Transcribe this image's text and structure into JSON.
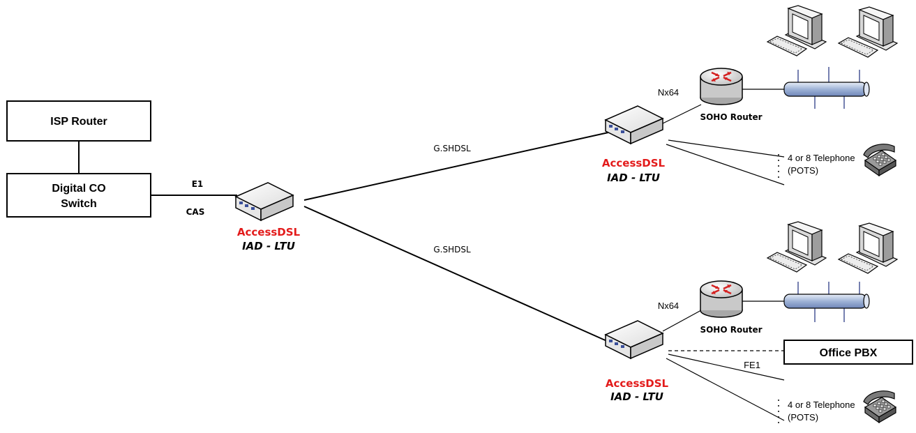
{
  "boxes": {
    "isp_router": "ISP Router",
    "digital_co_switch": [
      "Digital CO",
      "Switch"
    ],
    "office_pbx": "Office PBX"
  },
  "links": {
    "e1": "E1",
    "cas": "CAS",
    "gshdsl_top": "G.SHDSL",
    "gshdsl_bottom": "G.SHDSL",
    "nx64_top": "Nx64",
    "nx64_bottom": "Nx64",
    "fe1": "FE1"
  },
  "devices": {
    "central": {
      "brand": "AccessDSL",
      "model": "IAD - LTU"
    },
    "remote_top": {
      "brand": "AccessDSL",
      "model": "IAD - LTU"
    },
    "remote_bottom": {
      "brand": "AccessDSL",
      "model": "IAD - LTU"
    }
  },
  "routers": {
    "top": "SOHO Router",
    "bottom": "SOHO Router"
  },
  "telephones": {
    "top": [
      "4 or 8 Telephone",
      "(POTS)"
    ],
    "bottom": [
      "4 or 8 Telephone",
      "(POTS)"
    ]
  }
}
